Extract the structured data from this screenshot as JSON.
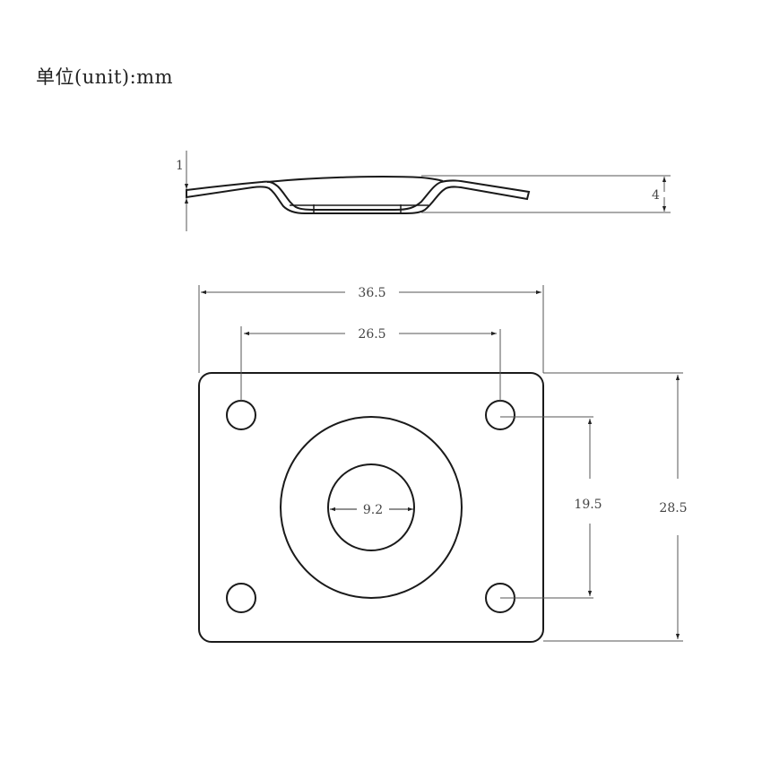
{
  "unit_label": "单位(unit):mm",
  "colors": {
    "outline": "#1a1a1a",
    "dimension": "#555555",
    "text": "#444444"
  },
  "side_view": {
    "thickness_label": "1",
    "height_label": "4"
  },
  "top_view": {
    "overall_width_label": "36.5",
    "hole_spacing_width_label": "26.5",
    "center_hole_diameter_label": "9.2",
    "hole_spacing_height_label": "19.5",
    "overall_height_label": "28.5"
  }
}
